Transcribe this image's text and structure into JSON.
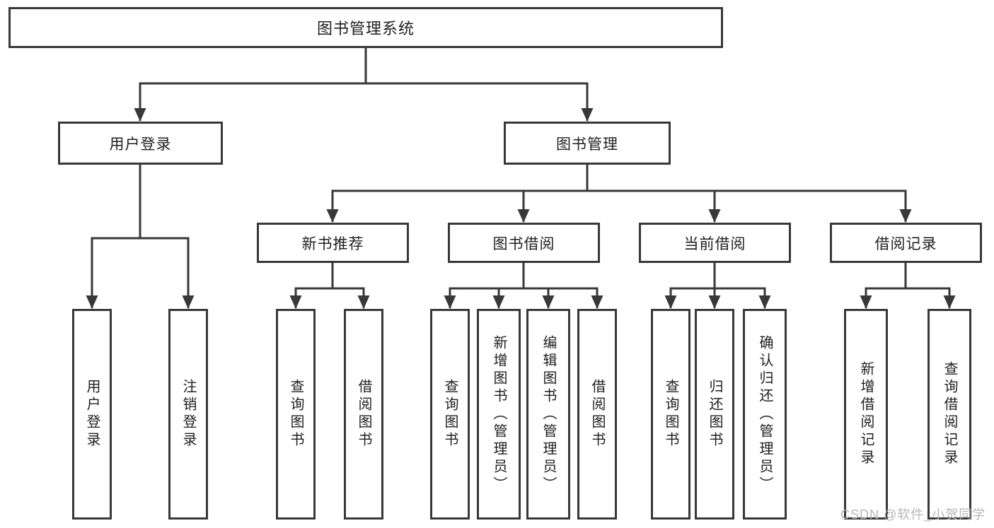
{
  "tree": {
    "label": "图书管理系统",
    "children": [
      {
        "label": "用户登录",
        "children": [
          {
            "label": "用户登录"
          },
          {
            "label": "注销登录"
          }
        ]
      },
      {
        "label": "图书管理",
        "children": [
          {
            "label": "新书推荐",
            "children": [
              {
                "label": "查询图书"
              },
              {
                "label": "借阅图书"
              }
            ]
          },
          {
            "label": "图书借阅",
            "children": [
              {
                "label": "查询图书"
              },
              {
                "label": "新增图书（管理员）"
              },
              {
                "label": "编辑图书（管理员）"
              },
              {
                "label": "借阅图书"
              }
            ]
          },
          {
            "label": "当前借阅",
            "children": [
              {
                "label": "查询图书"
              },
              {
                "label": "归还图书"
              },
              {
                "label": "确认归还（管理员）"
              }
            ]
          },
          {
            "label": "借阅记录",
            "children": [
              {
                "label": "新增借阅记录"
              },
              {
                "label": "查询借阅记录"
              }
            ]
          }
        ]
      }
    ]
  },
  "watermark": {
    "text": "CSDN @软件_小贺同学"
  },
  "colors": {
    "line": "#383838",
    "box_border": "#383838",
    "box_background": "#ffffff",
    "text": "#1f1f1f",
    "watermark": "#b9b6b6"
  }
}
